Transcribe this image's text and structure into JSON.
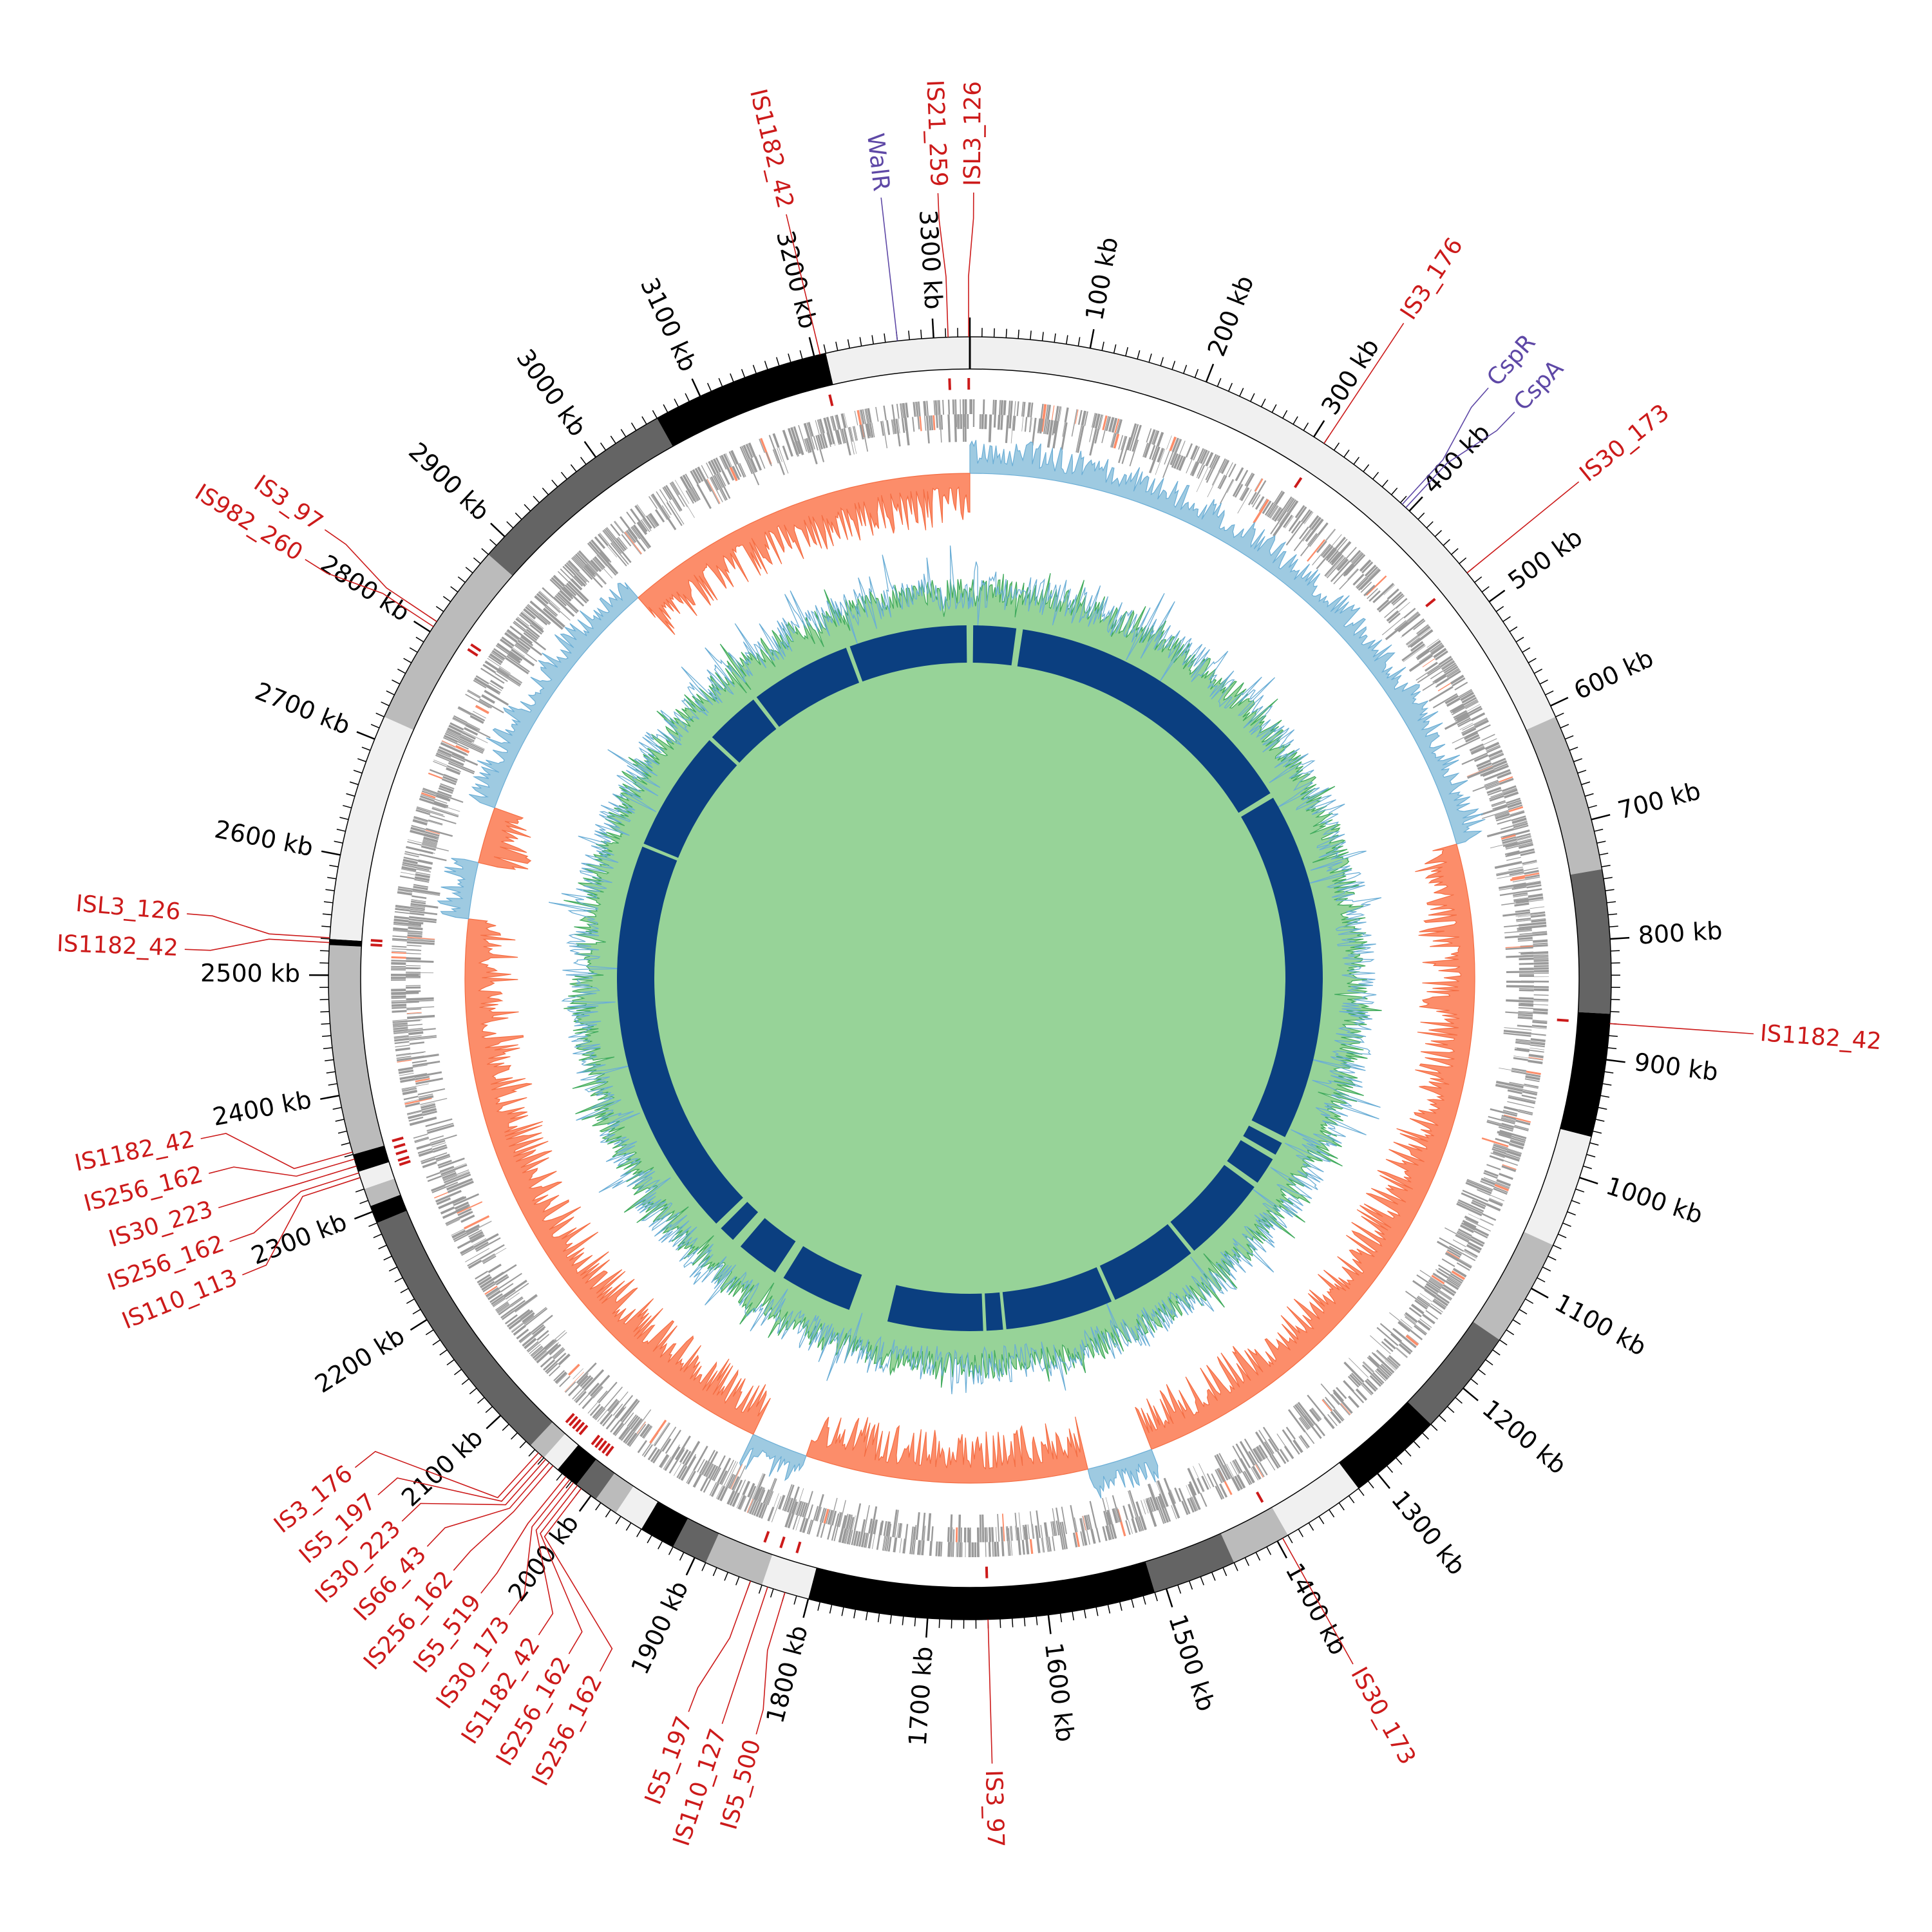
{
  "chart_data": {
    "type": "circular-genome",
    "genome_length_kb": 3330,
    "tick_label_suffix": " kb",
    "major_tick_kb": 100,
    "minor_tick_kb": 10,
    "tick_labels": [
      "100 kb",
      "200 kb",
      "300 kb",
      "400 kb",
      "500 kb",
      "600 kb",
      "700 kb",
      "800 kb",
      "900 kb",
      "1000 kb",
      "1100 kb",
      "1200 kb",
      "1300 kb",
      "1400 kb",
      "1500 kb",
      "1600 kb",
      "1700 kb",
      "1800 kb",
      "1900 kb",
      "2000 kb",
      "2100 kb",
      "2200 kb",
      "2300 kb",
      "2400 kb",
      "2500 kb",
      "2600 kb",
      "2700 kb",
      "2800 kb",
      "2900 kb",
      "3000 kb",
      "3100 kb",
      "3200 kb",
      "3300 kb"
    ],
    "colors": {
      "band_light": "#f0f0f0",
      "band_mid": "#bbbbbb",
      "band_dark": "#646464",
      "band_black": "#000000",
      "is_element": "#cc1a1a",
      "gene_label": "#5e48a6",
      "gene": "#9a9a9a",
      "skew_pos": "#9ecae1",
      "skew_pos_line": "#6baed6",
      "skew_neg": "#fc8d6a",
      "skew_neg_line": "#f46d43",
      "gc": "#74c476",
      "gc_alt": "#6baed6",
      "core": "#0b3f80"
    },
    "bands": [
      [
        0,
        610,
        "light"
      ],
      [
        610,
        742,
        "mid"
      ],
      [
        742,
        862,
        "dark"
      ],
      [
        862,
        965,
        "black"
      ],
      [
        965,
        1060,
        "light"
      ],
      [
        1060,
        1150,
        "mid"
      ],
      [
        1150,
        1240,
        "dark"
      ],
      [
        1240,
        1320,
        "black"
      ],
      [
        1320,
        1390,
        "light"
      ],
      [
        1390,
        1440,
        "mid"
      ],
      [
        1440,
        1510,
        "dark"
      ],
      [
        1510,
        1800,
        "black"
      ],
      [
        1800,
        1840,
        "light"
      ],
      [
        1840,
        1890,
        "mid"
      ],
      [
        1890,
        1920,
        "dark"
      ],
      [
        1920,
        1950,
        "black"
      ],
      [
        1950,
        1975,
        "light"
      ],
      [
        1975,
        1995,
        "mid"
      ],
      [
        1995,
        2015,
        "dark"
      ],
      [
        2015,
        2035,
        "black"
      ],
      [
        2035,
        2050,
        "light"
      ],
      [
        2050,
        2065,
        "mid"
      ],
      [
        2065,
        2290,
        "dark"
      ],
      [
        2290,
        2305,
        "black"
      ],
      [
        2305,
        2320,
        "mid"
      ],
      [
        2320,
        2335,
        "light"
      ],
      [
        2335,
        2350,
        "black"
      ],
      [
        2350,
        2525,
        "mid"
      ],
      [
        2525,
        2530,
        "black"
      ],
      [
        2530,
        2720,
        "light"
      ],
      [
        2720,
        2880,
        "mid"
      ],
      [
        2880,
        3060,
        "dark"
      ],
      [
        3060,
        3210,
        "black"
      ],
      [
        3210,
        3330,
        "light"
      ]
    ],
    "gc_skew_regions": [
      [
        0,
        690,
        "pos"
      ],
      [
        690,
        1470,
        "neg"
      ],
      [
        1470,
        1540,
        "pos"
      ],
      [
        1540,
        1840,
        "neg"
      ],
      [
        1840,
        1900,
        "pos"
      ],
      [
        1900,
        2560,
        "neg"
      ],
      [
        2560,
        2620,
        "pos"
      ],
      [
        2620,
        2680,
        "neg"
      ],
      [
        2680,
        2950,
        "pos"
      ],
      [
        2950,
        3330,
        "neg"
      ]
    ],
    "core_segments": [
      [
        5,
        70
      ],
      [
        80,
        540
      ],
      [
        548,
        1080
      ],
      [
        1090,
        1110
      ],
      [
        1118,
        1160
      ],
      [
        1168,
        1300
      ],
      [
        1306,
        1440
      ],
      [
        1446,
        1610
      ],
      [
        1615,
        1640
      ],
      [
        1645,
        1790
      ],
      [
        1850,
        1960
      ],
      [
        1975,
        2040
      ],
      [
        2055,
        2080
      ],
      [
        2090,
        2700
      ],
      [
        2705,
        2890
      ],
      [
        2896,
        2980
      ],
      [
        2986,
        3140
      ],
      [
        3146,
        3325
      ]
    ],
    "is_elements": [
      {
        "label": "ISL3_126",
        "kb": 3329
      },
      {
        "label": "IS21_259",
        "kb": 3312
      },
      {
        "label": "IS1182_42",
        "kb": 3205
      },
      {
        "label": "IS3_176",
        "kb": 310
      },
      {
        "label": "IS30_173",
        "kb": 470
      },
      {
        "label": "IS1182_42",
        "kb": 870
      },
      {
        "label": "IS30_173",
        "kb": 1395
      },
      {
        "label": "IS3_97",
        "kb": 1650
      },
      {
        "label": "IS5_500",
        "kb": 1820
      },
      {
        "label": "IS110_127",
        "kb": 1835
      },
      {
        "label": "IS5_197",
        "kb": 1850
      },
      {
        "label": "IS256_162",
        "kb": 2010
      },
      {
        "label": "IS256_162",
        "kb": 2014
      },
      {
        "label": "IS1182_42",
        "kb": 2018
      },
      {
        "label": "IS30_173",
        "kb": 2022
      },
      {
        "label": "IS5_519",
        "kb": 2026
      },
      {
        "label": "IS256_162",
        "kb": 2040
      },
      {
        "label": "IS66_43",
        "kb": 2044
      },
      {
        "label": "IS30_223",
        "kb": 2048
      },
      {
        "label": "IS5_197",
        "kb": 2052
      },
      {
        "label": "IS3_176",
        "kb": 2056
      },
      {
        "label": "IS110_113",
        "kb": 2330
      },
      {
        "label": "IS256_162",
        "kb": 2334
      },
      {
        "label": "IS30_223",
        "kb": 2340
      },
      {
        "label": "IS256_162",
        "kb": 2346
      },
      {
        "label": "IS1182_42",
        "kb": 2352
      },
      {
        "label": "IS1182_42",
        "kb": 2527
      },
      {
        "label": "ISL3_126",
        "kb": 2531
      },
      {
        "label": "IS982_260",
        "kb": 2805
      },
      {
        "label": "IS3_97",
        "kb": 2810
      }
    ],
    "gene_labels": [
      {
        "label": "WalR",
        "kb": 3270
      },
      {
        "label": "CspR",
        "kb": 392
      },
      {
        "label": "CspA",
        "kb": 396
      }
    ]
  }
}
